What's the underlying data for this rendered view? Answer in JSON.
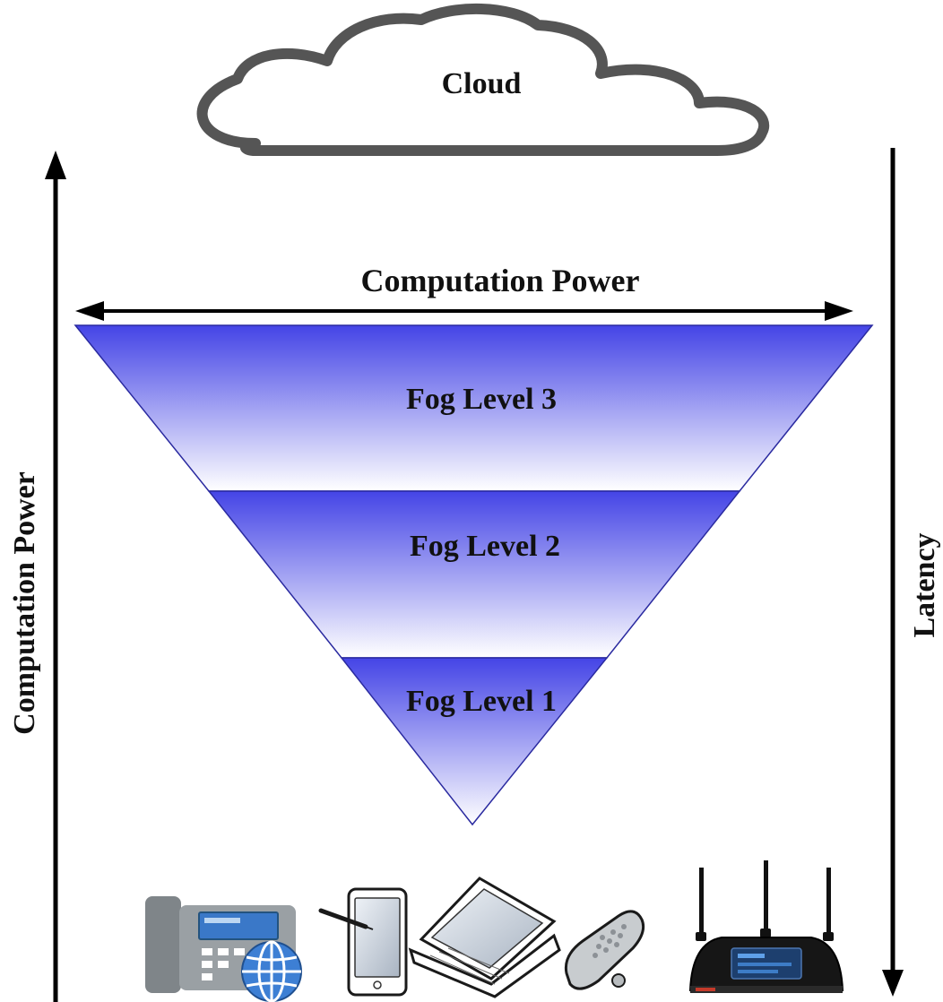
{
  "cloud": {
    "label": "Cloud"
  },
  "axes": {
    "left_label": "Computation Power",
    "right_label": "Latency",
    "horizontal_label": "Computation Power"
  },
  "levels": [
    {
      "label": "Fog Level 3"
    },
    {
      "label": "Fog Level 2"
    },
    {
      "label": "Fog Level 1"
    }
  ],
  "colors": {
    "fog_top": "#4444e6",
    "fog_bottom": "#ffffff",
    "cloud_stroke": "#555555",
    "arrow": "#000000"
  },
  "devices": [
    "desk-phone-icon",
    "tablet-icon",
    "laptop-icon",
    "mobile-phone-icon",
    "router-icon"
  ]
}
